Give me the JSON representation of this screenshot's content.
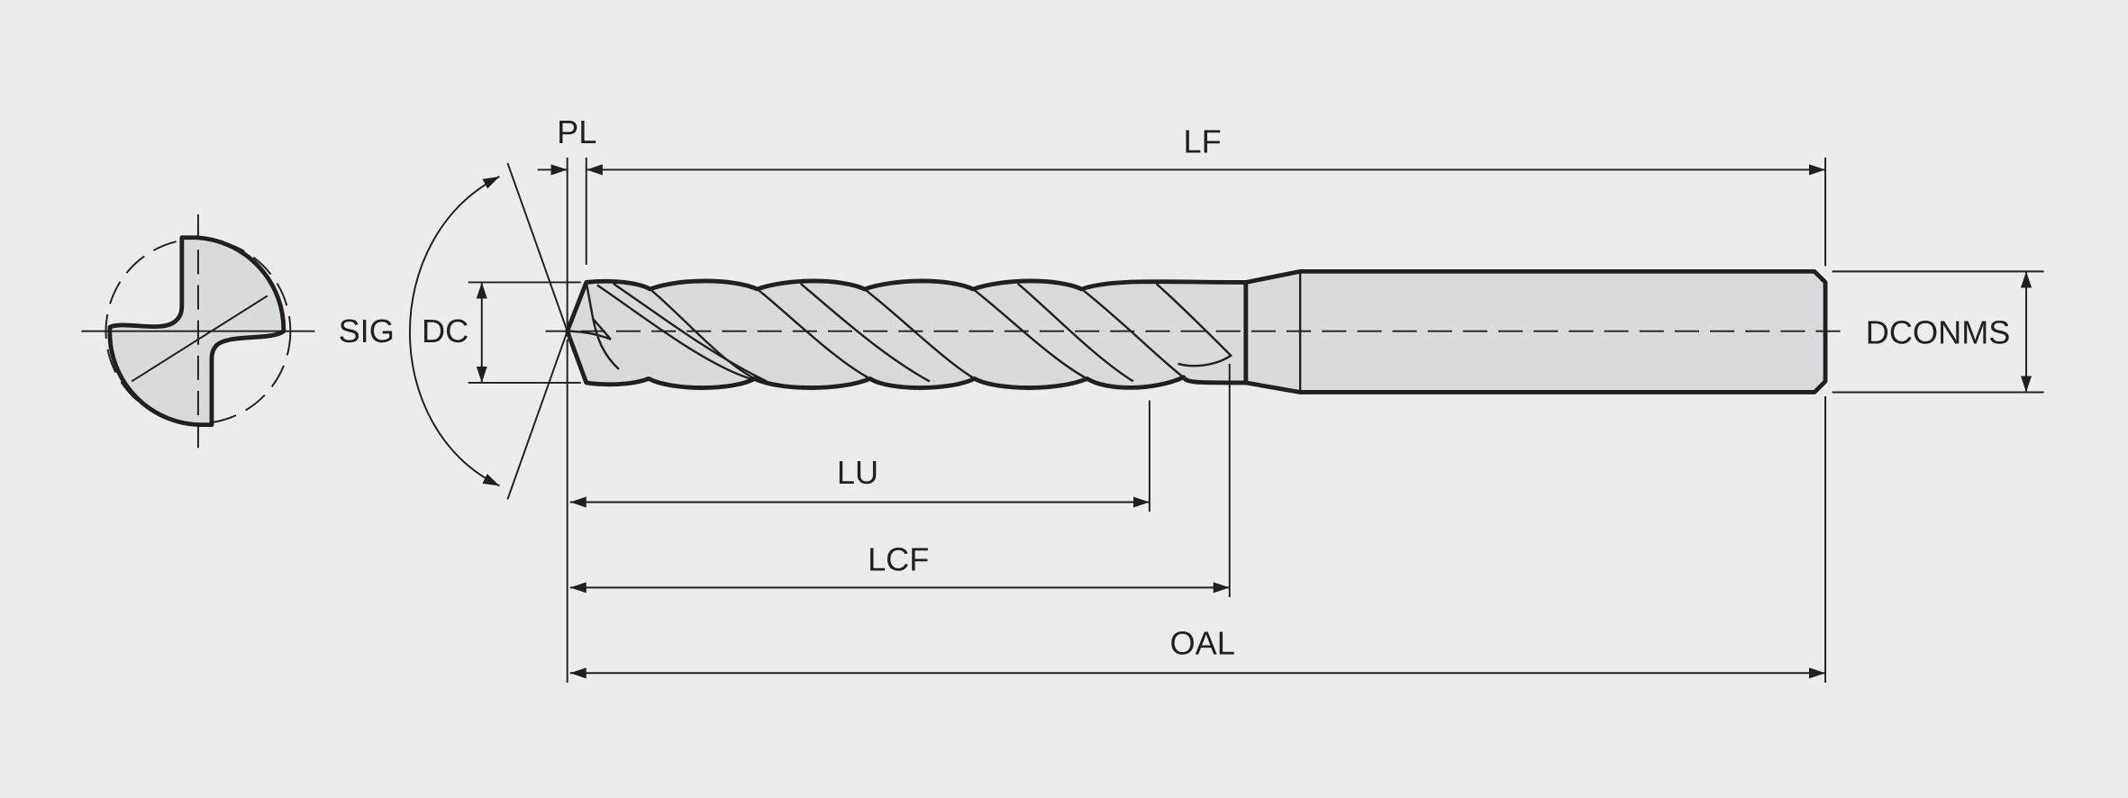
{
  "title": "Drill dimension diagram",
  "labels": {
    "pl": "PL",
    "lf": "LF",
    "sig": "SIG",
    "dc": "DC",
    "dconms": "DCONMS",
    "lu": "LU",
    "lcf": "LCF",
    "oal": "OAL"
  },
  "colors": {
    "background": "#ececec",
    "tool_fill": "#d9dadb",
    "line": "#231f20"
  }
}
